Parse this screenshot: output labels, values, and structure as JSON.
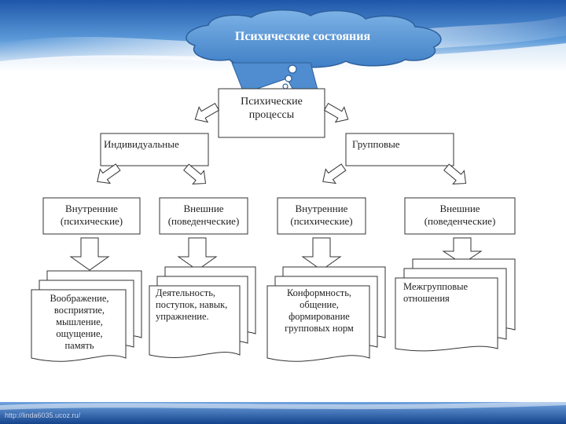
{
  "cloud": {
    "label": "Психические состояния"
  },
  "root": {
    "text": "Психические\nпроцессы"
  },
  "level1": [
    {
      "text": "Индивидуальные"
    },
    {
      "text": "Групповые"
    }
  ],
  "level2": [
    {
      "text": "Внутренние\n(психические)"
    },
    {
      "text": "Внешние\n(поведенческие)"
    },
    {
      "text": "Внутренние\n(психические)"
    },
    {
      "text": "Внешние\n(поведенческие)"
    }
  ],
  "documents": [
    {
      "text": "Воображение,\nвосприятие,\nмышление,\nощущение,\nпамять"
    },
    {
      "text": "Деятельность,\nпоступок, навык,\nупражнение."
    },
    {
      "text": "Конформность,\nобщение,\nформирование\nгрупповых норм"
    },
    {
      "text": "Межгрупповые\nотношения"
    }
  ],
  "footer": {
    "url": "http://linda6035.ucoz.ru/"
  },
  "colors": {
    "banner_top": "#2f6fc0",
    "banner_light": "#d6e6f7",
    "cloud_fill": "#5b9ad8",
    "cloud_stroke": "#2d5f9c",
    "footer_bar": "#1f4f99"
  }
}
